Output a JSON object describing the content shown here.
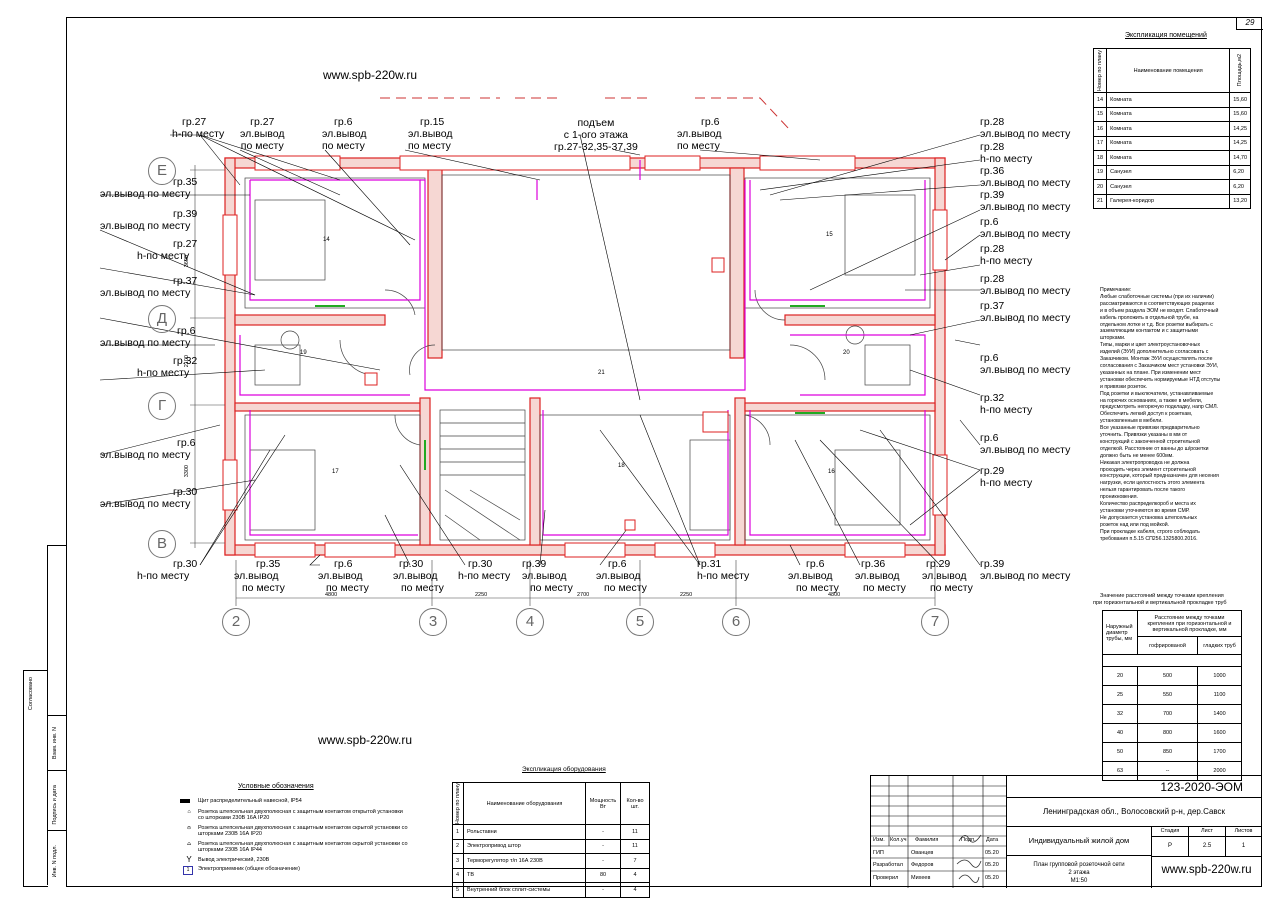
{
  "sheet_number": "29",
  "watermark_top": "www.spb-220w.ru",
  "watermark_bottom": "www.spb-220w.ru",
  "rooms_table": {
    "title": "Экспликация помещений",
    "headers": [
      "Номер по плану",
      "Наименование помещения",
      "Площадь,м2"
    ],
    "rows": [
      [
        "14",
        "Комната",
        "15,60"
      ],
      [
        "15",
        "Комната",
        "15,60"
      ],
      [
        "16",
        "Комната",
        "14,25"
      ],
      [
        "17",
        "Комната",
        "14,25"
      ],
      [
        "18",
        "Комната",
        "14,70"
      ],
      [
        "19",
        "Санузел",
        "6,20"
      ],
      [
        "20",
        "Санузел",
        "6,20"
      ],
      [
        "21",
        "Галерея-коридор",
        "13,20"
      ]
    ]
  },
  "notes": {
    "title": "Примечание:",
    "lines": [
      "Любые слаботочные системы (при их наличии)",
      "рассматриваются в соответствующих разделах",
      "и в объем раздела ЭОМ не входят. Слаботочный",
      "кабель проложить в отдельной трубе, на",
      "отдельном лотке и т.д. Все розетки выбирать с",
      "заземляющим контактом и с защитными",
      "шторками.",
      "Типы, марки и цвет электроустановочных",
      "изделий (ЭУИ) дополнительно согласовать с",
      "Заказчиком. Монтаж ЭУИ осуществлять после",
      "согласования с Заказчиком мест установки ЭУИ,",
      "указанных на плане. При изменении мест",
      "установки обеспечить нормируемые НТД отступы",
      "и привязки розеток.",
      "Под розетки и выключатели, устанавливаемые",
      "на горючих основаниях, а также в мебели,",
      "предусмотреть негорючую подкладку, напр СМЛ.",
      "Обеспечить легкий доступ к розеткам,",
      "установленным в мебели.",
      "Все указанные привязки предварительно",
      "уточнить. Привязки указаны в мм от",
      "конструкций с законченной строительной",
      "отделкой. Расстояние от ванны до ш/розетки",
      "должно быть не менее 600мм.",
      "Никакая электропроводка не должна",
      "проходить через элемент строительной",
      "конструкции, который предназначен для несения",
      "нагрузки, если целостность этого элемента",
      "нельзя гарантировать после такого",
      "проникновения.",
      "Количество распределкороб и места их",
      "установки уточняются во время СМР.",
      "Не допускается установка штепсельных",
      "розеток над или под мойкой.",
      "При прокладке кабеля, строго соблюдать",
      "требования п.5.15 СП256.1325800.2016."
    ]
  },
  "pipe_table": {
    "title": "Значение расстояний между точками крепления",
    "title2": "при горизонтальной и вертикальной прокладке труб",
    "col1": "Наружный диаметр трубы, мм",
    "col_group": "Расстояние между точками крепления при горизонтальной и вертикальной прокладке, мм",
    "col2": "гофрированой",
    "col3": "гладких труб",
    "rows": [
      [
        "20",
        "500",
        "1000"
      ],
      [
        "25",
        "550",
        "1100"
      ],
      [
        "32",
        "700",
        "1400"
      ],
      [
        "40",
        "800",
        "1600"
      ],
      [
        "50",
        "850",
        "1700"
      ],
      [
        "63",
        "--",
        "2000"
      ]
    ]
  },
  "legend": {
    "title": "Условные обозначения",
    "items": [
      "Щит распределительный навесной, IP54",
      "Розетка штепсельная двухполюсная с защитным контактом открытой установки со шторками 230В 16А IP20",
      "Розетка штепсельная двухполюсная с защитным контактом скрытой установки со шторками 230В 16А IP20",
      "Розетка штепсельная двухполюсная с защитным контактом скрытой установки со шторками 230В 16А IP44",
      "Вывод электрический, 230В",
      "Электроприемник (общее обозначение)"
    ],
    "badge": "1"
  },
  "equipment_table": {
    "title": "Экспликация оборудования",
    "headers": [
      "Номер по плану",
      "Наименование оборудования",
      "Мощность Вт",
      "Кол-во шт."
    ],
    "rows": [
      [
        "1",
        "Рольставни",
        "-",
        "11"
      ],
      [
        "2",
        "Электропривод штор",
        "-",
        "11"
      ],
      [
        "3",
        "Терморегулятор т/п 16А 230В",
        "-",
        "7"
      ],
      [
        "4",
        "ТВ",
        "80",
        "4"
      ],
      [
        "5",
        "Внутренний блок сплит-системы",
        "-",
        "4"
      ]
    ]
  },
  "title_block": {
    "code": "123-2020-ЭОМ",
    "address": "Ленинградская обл., Волосовский р-н, дер.Савск",
    "object": "Индивидуальный жилой дом",
    "sheet_title_1": "План групповой розеточной сети",
    "sheet_title_2": "2 этажа",
    "sheet_title_3": "М1:50",
    "site": "www.spb-220w.ru",
    "stage_hdr": "Стадия",
    "sheet_hdr": "Лист",
    "sheets_hdr": "Листов",
    "stage": "Р",
    "sheet": "2.5",
    "sheets": "1",
    "col_headers": [
      "Изм.",
      "Кол.уч",
      "Фамилия",
      "Подп.",
      "Дата"
    ],
    "roles": [
      [
        "ГИП",
        "Ованцев",
        "05.20"
      ],
      [
        "Разработал",
        "Федоров",
        "05.20"
      ],
      [
        "Проверил",
        "Михеев",
        "05.20"
      ]
    ]
  },
  "side_stamp": {
    "agreed": "Согласовано",
    "inv": "Взам. инв. N",
    "sign": "Подпись и дата",
    "inv2": "Инв. N подл."
  },
  "plan": {
    "axes_h": [
      "2",
      "3",
      "4",
      "5",
      "6",
      "7"
    ],
    "axes_v": [
      "Е",
      "Д",
      "Г",
      "В"
    ],
    "dims_bottom": [
      "4800",
      "2250",
      "2700",
      "2250",
      "4800"
    ],
    "dims_left": [
      "3600",
      "2100",
      "3300"
    ],
    "rooms": [
      "14",
      "15",
      "16",
      "17",
      "18",
      "19",
      "20",
      "21"
    ],
    "stairs_note": [
      "подъем",
      "с 1-ого этажа",
      "гр.27-32,35-37,39"
    ],
    "labels_top": [
      [
        "гр.27",
        "h-по месту"
      ],
      [
        "гр.27",
        "эл.вывод",
        "по месту"
      ],
      [
        "гр.6",
        "эл.вывод",
        "по месту"
      ],
      [
        "гр.15",
        "эл.вывод",
        "по месту"
      ],
      [
        "гр.6",
        "эл.вывод",
        "по месту"
      ]
    ],
    "labels_left": [
      [
        "гр.35",
        "эл.вывод по месту"
      ],
      [
        "гр.39",
        "эл.вывод по месту"
      ],
      [
        "гр.27",
        "h-по месту"
      ],
      [
        "гр.37",
        "эл.вывод по месту"
      ],
      [
        "гр.6",
        "эл.вывод по месту"
      ],
      [
        "гр.32",
        "h-по месту"
      ],
      [
        "гр.6",
        "эл.вывод по месту"
      ],
      [
        "гр.30",
        "эл.вывод по месту"
      ],
      [
        "гр.30",
        "h-по месту"
      ]
    ],
    "labels_right": [
      [
        "гр.28",
        "эл.вывод по месту"
      ],
      [
        "гр.28",
        "h-по месту"
      ],
      [
        "гр.36",
        "эл.вывод по месту"
      ],
      [
        "гр.39",
        "эл.вывод по месту"
      ],
      [
        "гр.6",
        "эл.вывод по месту"
      ],
      [
        "гр.28",
        "h-по месту"
      ],
      [
        "гр.28",
        "эл.вывод по месту"
      ],
      [
        "гр.37",
        "эл.вывод по месту"
      ],
      [
        "гр.6",
        "эл.вывод по месту"
      ],
      [
        "гр.32",
        "h-по месту"
      ],
      [
        "гр.6",
        "эл.вывод по месту"
      ],
      [
        "гр.29",
        "h-по месту"
      ],
      [
        "гр.39",
        "эл.вывод по месту"
      ]
    ],
    "labels_bottom": [
      [
        "гр.35",
        "эл.вывод",
        "по месту"
      ],
      [
        "гр.6",
        "эл.вывод",
        "по месту"
      ],
      [
        "гр.30",
        "эл.вывод",
        "по месту"
      ],
      [
        "гр.30",
        "h-по месту"
      ],
      [
        "гр.39",
        "эл.вывод",
        "по месту"
      ],
      [
        "гр.6",
        "эл.вывод",
        "по месту"
      ],
      [
        "гр.31",
        "h-по месту"
      ],
      [
        "гр.6",
        "эл.вывод",
        "по месту"
      ],
      [
        "гр.36",
        "эл.вывод",
        "по месту"
      ],
      [
        "гр.29",
        "эл.вывод",
        "по месту"
      ]
    ]
  }
}
